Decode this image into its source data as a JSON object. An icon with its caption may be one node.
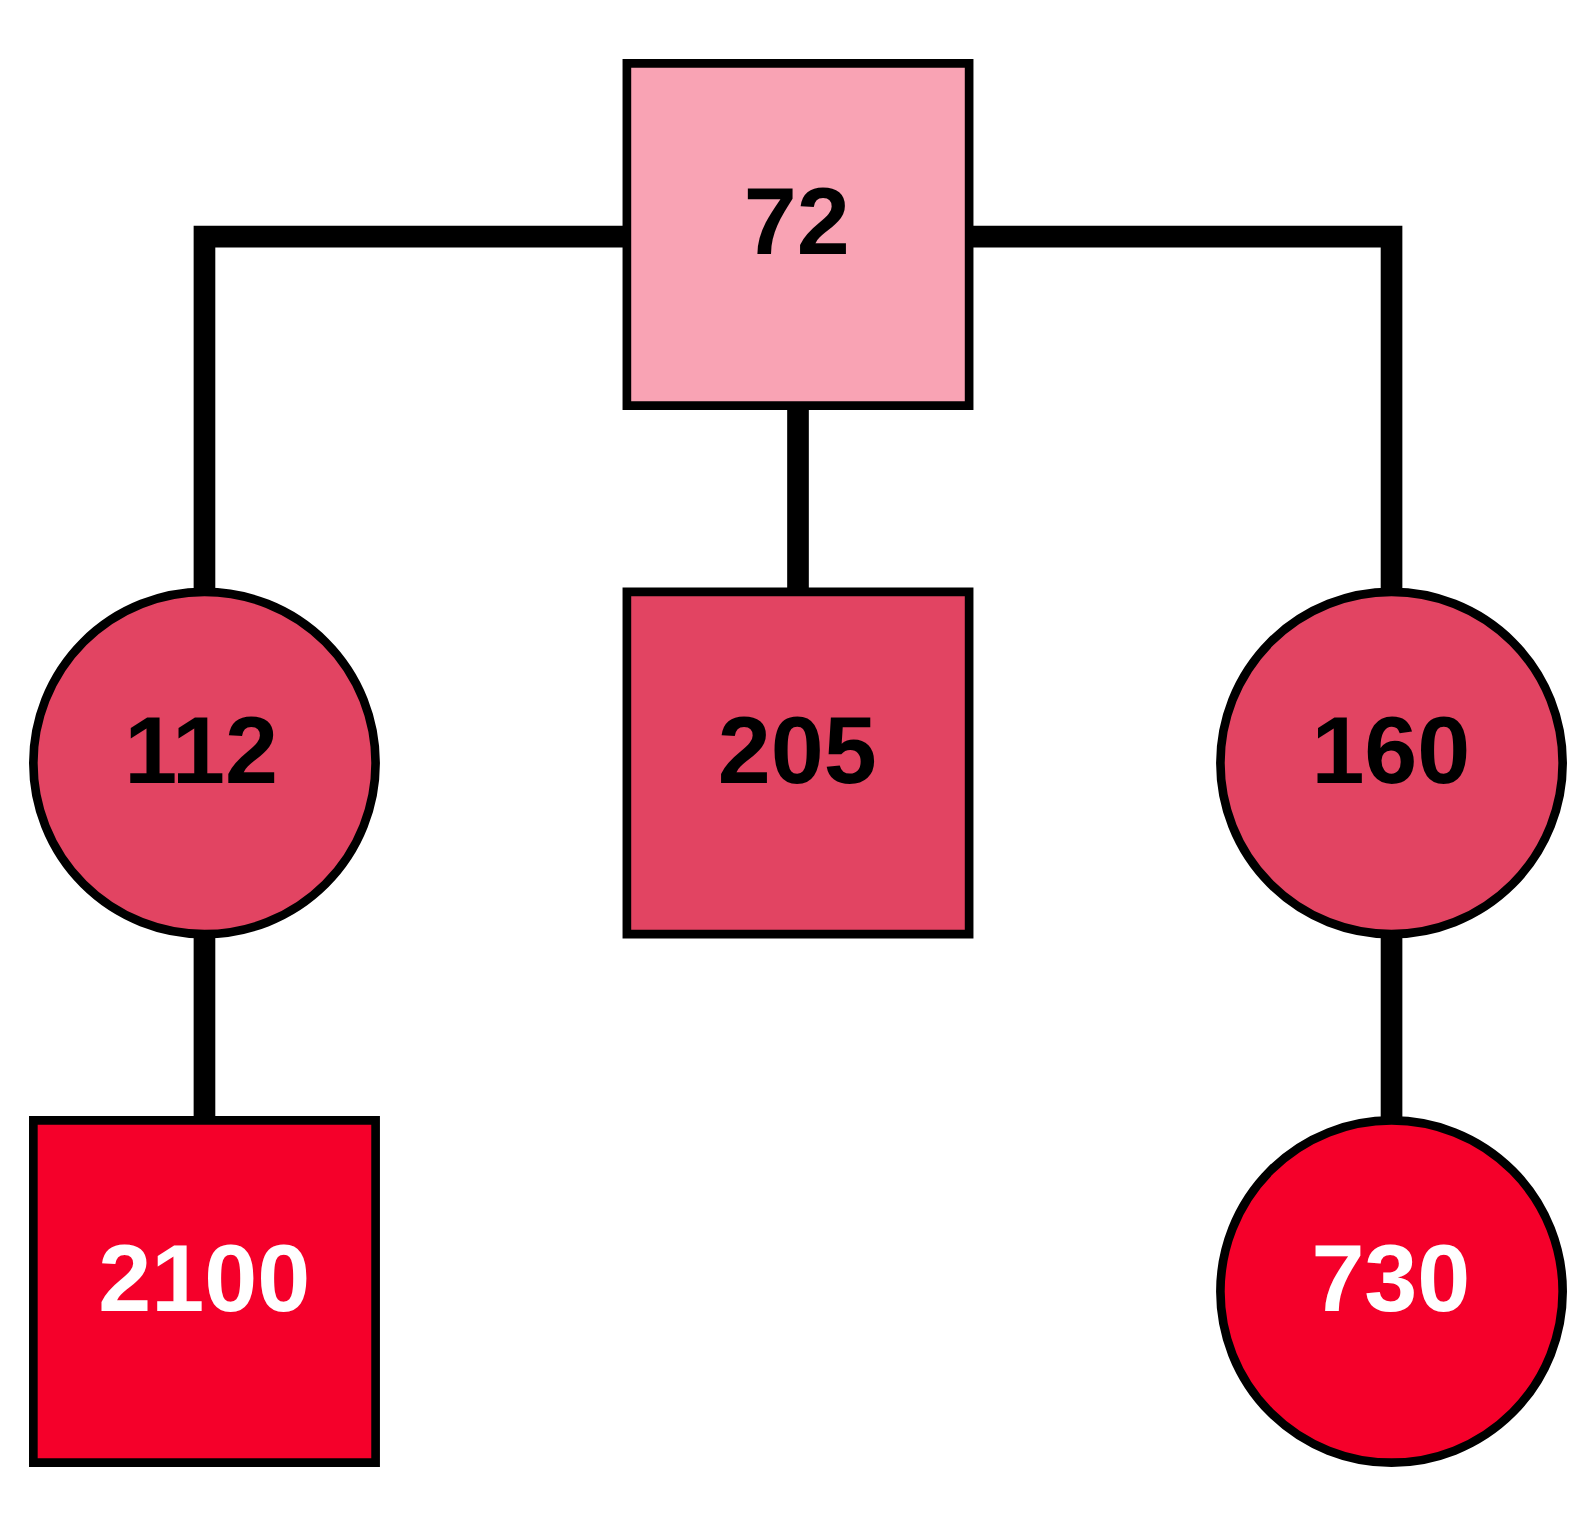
{
  "diagram": {
    "nodes": [
      {
        "text": [
          "72"
        ]
      },
      {
        "text": [
          "112"
        ]
      },
      {
        "text": [
          "205"
        ]
      },
      {
        "text": [
          "160"
        ]
      },
      {
        "text": [
          "2100"
        ]
      },
      {
        "text": [
          "730"
        ]
      }
    ],
    "edges": [
      {
        "from": 0,
        "to": 1,
        "arrow": "none"
      },
      {
        "from": 0,
        "to": 2,
        "arrow": "none"
      },
      {
        "from": 0,
        "to": 3,
        "arrow": "none"
      },
      {
        "from": 1,
        "to": 4,
        "arrow": "none"
      },
      {
        "from": 3,
        "to": 5,
        "arrow": "none"
      }
    ]
  }
}
